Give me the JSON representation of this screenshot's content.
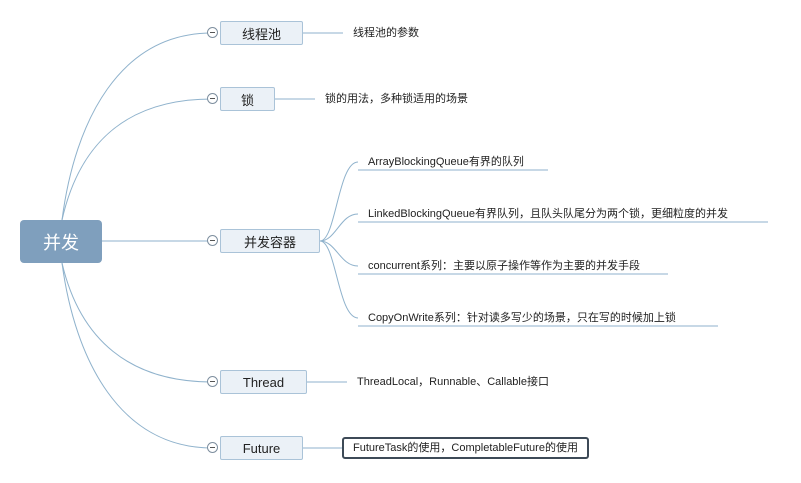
{
  "root": {
    "label": "并发"
  },
  "topics": [
    {
      "label": "线程池",
      "children": [
        "线程池的参数"
      ]
    },
    {
      "label": "锁",
      "children": [
        "锁的用法，多种锁适用的场景"
      ]
    },
    {
      "label": "并发容器",
      "children": [
        "ArrayBlockingQueue有界的队列",
        "LinkedBlockingQueue有界队列，且队头队尾分为两个锁，更细粒度的并发",
        "concurrent系列：主要以原子操作等作为主要的并发手段",
        "CopyOnWrite系列：针对读多写少的场景，只在写的时候加上锁"
      ]
    },
    {
      "label": "Thread",
      "children": [
        "ThreadLocal，Runnable、Callable接口"
      ]
    },
    {
      "label": "Future",
      "children": [
        "FutureTask的使用，CompletableFuture的使用"
      ]
    }
  ],
  "colors": {
    "root": "#7f9fbd",
    "topic_bg": "#ebf1f7",
    "connector": "#8fb2cc"
  }
}
